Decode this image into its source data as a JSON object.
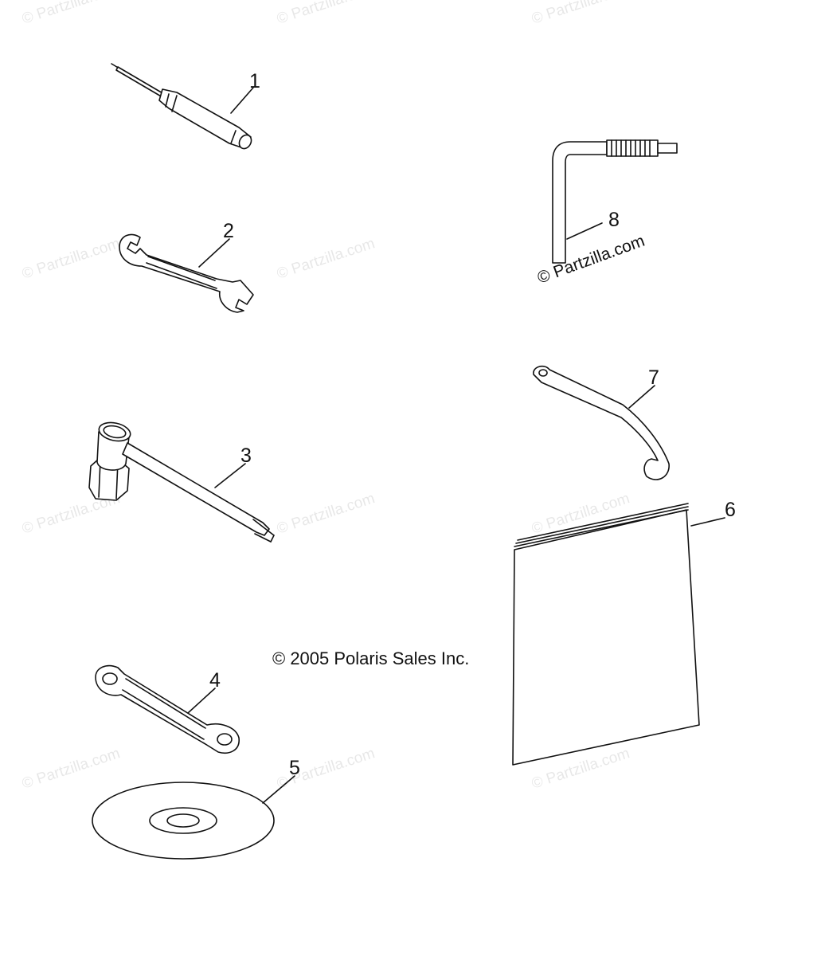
{
  "callouts": [
    "1",
    "2",
    "3",
    "4",
    "5",
    "6",
    "7",
    "8"
  ],
  "copyright": "© 2005 Polaris Sales Inc.",
  "watermark": "© Partzilla.com",
  "colors": {
    "ink": "#111111",
    "background": "#ffffff"
  }
}
